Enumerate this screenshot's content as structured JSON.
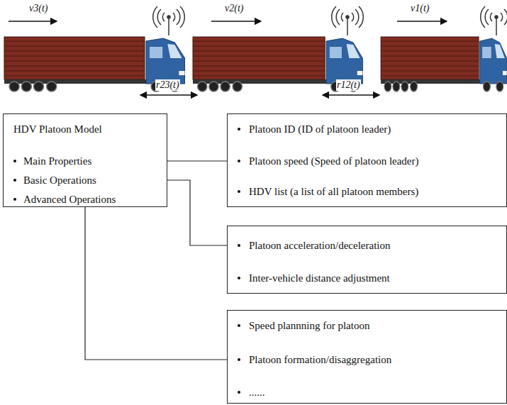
{
  "diagram": {
    "nodes": [
      {
        "text": [
          "HDV Platoon Model",
          "Main Properties",
          "Basic Operations",
          "Advanced Operations"
        ]
      },
      {
        "text": [
          "Platoon ID (ID of platoon leader)",
          "Platoon speed (Speed of platoon leader)",
          "HDV list (a list of all platoon members)"
        ]
      },
      {
        "text": [
          "Platoon acceleration/deceleration",
          "Inter-vehicle distance adjustment"
        ]
      },
      {
        "text": [
          "Speed plannning for platoon",
          "Platoon formation/disaggregation",
          "......"
        ]
      }
    ],
    "edges": [
      {
        "from": 0,
        "to": 1,
        "arrow": "none"
      },
      {
        "from": 0,
        "to": 2,
        "arrow": "none"
      },
      {
        "from": 0,
        "to": 3,
        "arrow": "none"
      }
    ],
    "labels": [
      "v3(t)",
      "v2(t)",
      "v1(t)",
      "r23(t)",
      "r12(t)"
    ]
  }
}
